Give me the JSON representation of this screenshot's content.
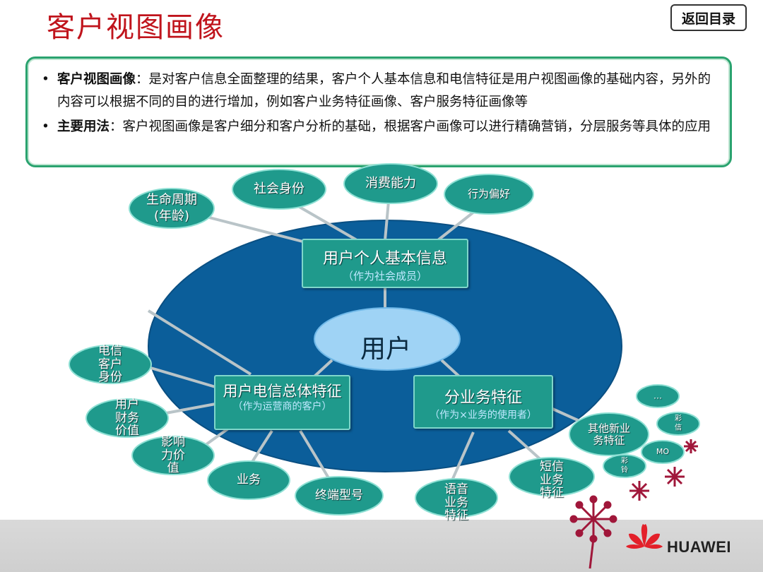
{
  "header": {
    "title": "客户视图画像",
    "back_button": "返回目录"
  },
  "info": {
    "bullets": [
      {
        "term": "客户视图画像",
        "sep": "：",
        "text": "是对客户信息全面整理的结果，客户个人基本信息和电信特征是用户视图画像的基础内容，另外的内容可以根据不同的目的进行增加，例如客户业务特征画像、客户服务特征画像等"
      },
      {
        "term": "主要用法",
        "sep": "：",
        "text": "客户视图画像是客户细分和客户分析的基础，根据客户画像可以进行精确营销，分层服务等具体的应用"
      }
    ]
  },
  "diagram": {
    "center": "用户",
    "boxes": {
      "personal": {
        "title": "用户个人基本信息",
        "sub": "（作为社会成员）"
      },
      "telecom": {
        "title": "用户电信总体特征",
        "sub": "（作为运营商的客户）"
      },
      "service": {
        "title": "分业务特征",
        "sub": "（作为×业务的使用者）"
      }
    },
    "nodes": {
      "lifecycle": "生命周期(年龄)",
      "social": "社会身份",
      "consumption": "消费能力",
      "behavior": "行为偏好",
      "telecom_identity": "电信客户身份",
      "user_value": "用户财务价值",
      "influence": "影响力价值",
      "business": "业务",
      "terminal": "终端型号",
      "voice": "语音业务特征",
      "sms": "短信业务特征",
      "other": "其他新业务特征",
      "dots": "…",
      "caixin": "彩信",
      "mo": "MO",
      "cailing": "彩铃"
    }
  },
  "footer": {
    "brand": "HUAWEI"
  },
  "colors": {
    "title_red": "#c0141c",
    "ellipse_blue": "#0b5e9a",
    "node_teal": "#1f9a8c",
    "center_light_blue": "#9fd3f5",
    "border_green": "#2aa36f"
  }
}
